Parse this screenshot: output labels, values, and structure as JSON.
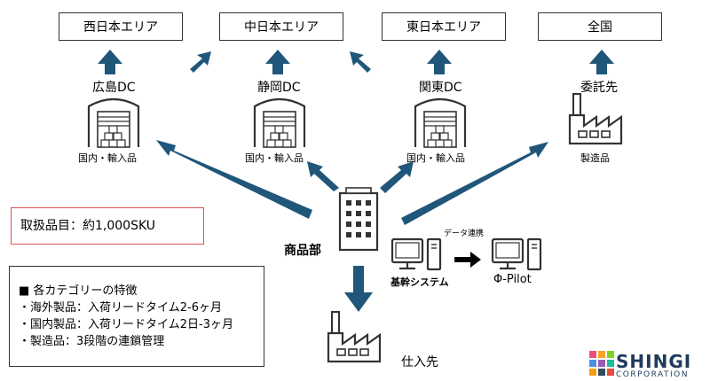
{
  "regions": {
    "west": "西日本エリア",
    "central": "中日本エリア",
    "east": "東日本エリア",
    "national": "全国"
  },
  "dcs": {
    "hiroshima": "広島DC",
    "shizuoka": "静岡DC",
    "kanto": "関東DC",
    "consignment": "委託先"
  },
  "warehouse_caption": "国内・輸入品",
  "factory_caption": "製造品",
  "hq_label": "商品部",
  "system": {
    "core": "基幹システム",
    "link": "データ連携",
    "pilot": "Φ-Pilot"
  },
  "supplier": "仕入先",
  "sku": "取扱品目：約1,000SKU",
  "categories": {
    "title": "■ 各カテゴリーの特徴",
    "lines": [
      "・海外製品：入荷リードタイム2-6ヶ月",
      "・国内製品：入荷リードタイム2日-3ヶ月",
      "・製造品：3段階の連鎖管理"
    ]
  },
  "logo": {
    "name": "SHINGI",
    "sub": "CORPORATION",
    "colors": [
      "#e94e77",
      "#f5a623",
      "#7ed321",
      "#4a90e2",
      "#9b59b6",
      "#1abc9c",
      "#f39c12",
      "#34495e",
      "#e74c3c"
    ]
  },
  "colors": {
    "arrow": "#1f5679",
    "icon": "#333333"
  }
}
